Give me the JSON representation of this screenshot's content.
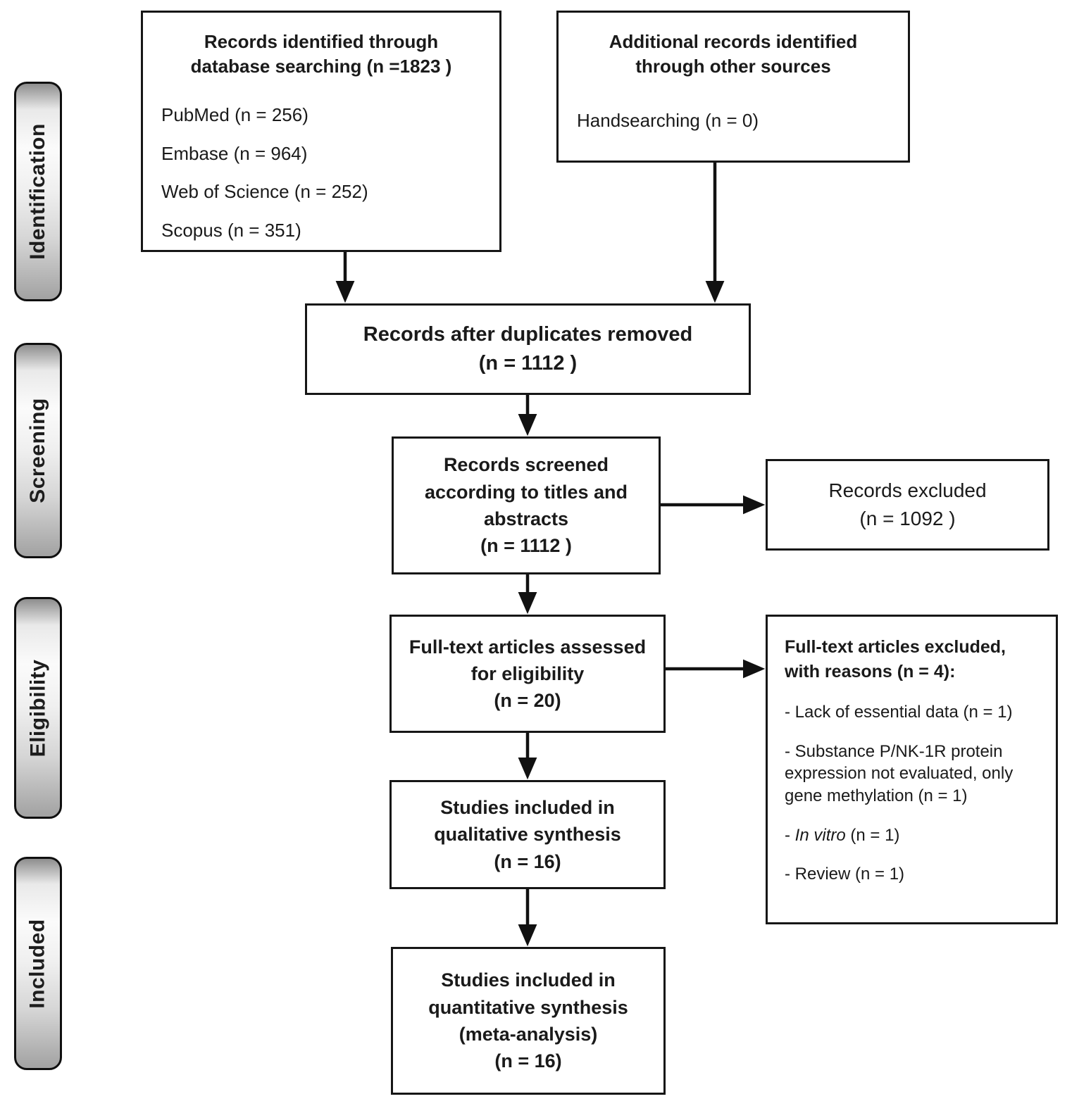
{
  "stages": {
    "identification": "Identification",
    "screening": "Screening",
    "eligibility": "Eligibility",
    "included": "Included"
  },
  "boxes": {
    "database_search": {
      "title_line1": "Records identified through",
      "title_line2": "database searching (n =1823 )",
      "sources": [
        "PubMed (n = 256)",
        "Embase (n = 964)",
        "Web of Science (n = 252)",
        "Scopus (n = 351)"
      ]
    },
    "other_sources": {
      "title_line1": "Additional records identified",
      "title_line2": "through other sources",
      "source": "Handsearching (n = 0)"
    },
    "duplicates_removed": {
      "line1": "Records after duplicates removed",
      "line2": "(n = 1112 )"
    },
    "records_screened": {
      "line1": "Records screened",
      "line2": "according to titles and",
      "line3": "abstracts",
      "line4": "(n = 1112 )"
    },
    "records_excluded": {
      "line1": "Records excluded",
      "line2": "(n = 1092 )"
    },
    "fulltext_assessed": {
      "line1": "Full-text articles assessed",
      "line2": "for eligibility",
      "line3": "(n = 20)"
    },
    "fulltext_excluded": {
      "title_line1": "Full-text articles excluded,",
      "title_line2": "with reasons (n = 4):",
      "reason1": "- Lack of essential data (n = 1)",
      "reason2": "- Substance P/NK-1R protein expression not evaluated, only gene methylation (n = 1)",
      "reason3_prefix": "- ",
      "reason3_italic": "In vitro",
      "reason3_suffix": " (n = 1)",
      "reason4": "- Review (n = 1)"
    },
    "qualitative_synthesis": {
      "line1": "Studies included in",
      "line2": "qualitative synthesis",
      "line3": "(n = 16)"
    },
    "quantitative_synthesis": {
      "line1": "Studies included in",
      "line2": "quantitative synthesis",
      "line3": "(meta-analysis)",
      "line4": "(n = 16)"
    }
  },
  "colors": {
    "box_border": "#161616",
    "arrow": "#111111",
    "text": "#1a1a1a"
  }
}
